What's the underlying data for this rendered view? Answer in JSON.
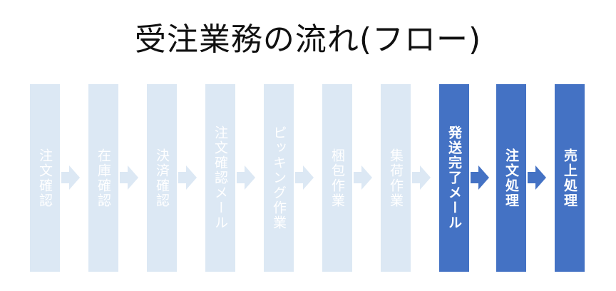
{
  "title": "受注業務の流れ(フロー)",
  "steps": [
    {
      "label": "注文確認",
      "status": "done"
    },
    {
      "label": "在庫確認",
      "status": "done"
    },
    {
      "label": "決済確認",
      "status": "done"
    },
    {
      "label": "注文確認メール",
      "status": "done"
    },
    {
      "label": "ピッキング作業",
      "status": "done"
    },
    {
      "label": "梱包作業",
      "status": "done"
    },
    {
      "label": "集荷作業",
      "status": "done"
    },
    {
      "label": "発送完了メール",
      "status": "active"
    },
    {
      "label": "注文処理",
      "status": "active"
    },
    {
      "label": "売上処理",
      "status": "active"
    }
  ],
  "colors": {
    "done": "#dce8f4",
    "active": "#4472c4",
    "arrow_done": "#dce8f4",
    "arrow_active": "#4472c4"
  }
}
